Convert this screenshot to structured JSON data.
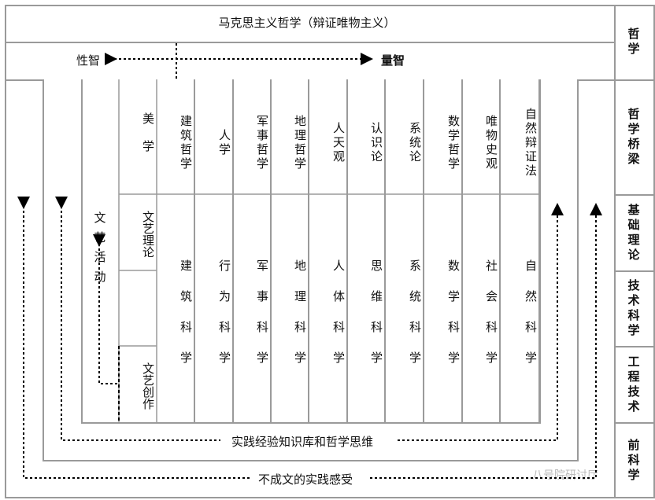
{
  "title": "马克思主义哲学（辩证唯物主义）",
  "left_pole": "性智",
  "right_pole": "量智",
  "art_column": "文艺活动",
  "aesthetics": "美学",
  "art_theory": "文艺理论",
  "art_creation": "文艺创作",
  "bridges": [
    "建筑哲学",
    "人学",
    "军事哲学",
    "地理哲学",
    "人天观",
    "认识论",
    "系统论",
    "数学哲学",
    "唯物史观",
    "自然辩证法"
  ],
  "sciences": [
    "建筑科学",
    "行为科学",
    "军事科学",
    "地理科学",
    "人体科学",
    "思维科学",
    "系统科学",
    "数学科学",
    "社会科学",
    "自然科学"
  ],
  "inner_loop": "实践经验知识库和哲学思维",
  "outer_loop": "不成文的实践感受",
  "levels": [
    "哲学",
    "哲学桥梁",
    "基础理论",
    "技术科学",
    "工程技术",
    "前科学"
  ],
  "watermark": "八号院研讨厅"
}
